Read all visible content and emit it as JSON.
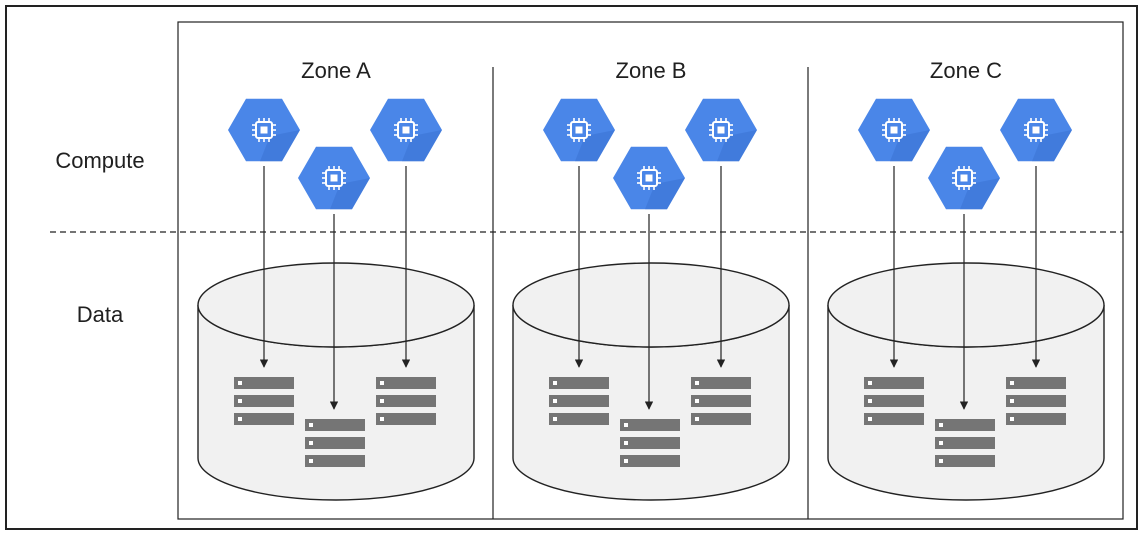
{
  "row_labels": {
    "compute": "Compute",
    "data": "Data"
  },
  "zones": [
    {
      "title": "Zone A"
    },
    {
      "title": "Zone B"
    },
    {
      "title": "Zone C"
    }
  ],
  "icons": {
    "compute_instance": "compute-engine-icon",
    "storage_node": "server-stack-icon"
  },
  "colors": {
    "hexagon": "#4a86e8",
    "hexagon_shadow": "#3b73d1",
    "server": "#757575",
    "disk_fill": "#f1f1f1",
    "line": "#222222"
  }
}
